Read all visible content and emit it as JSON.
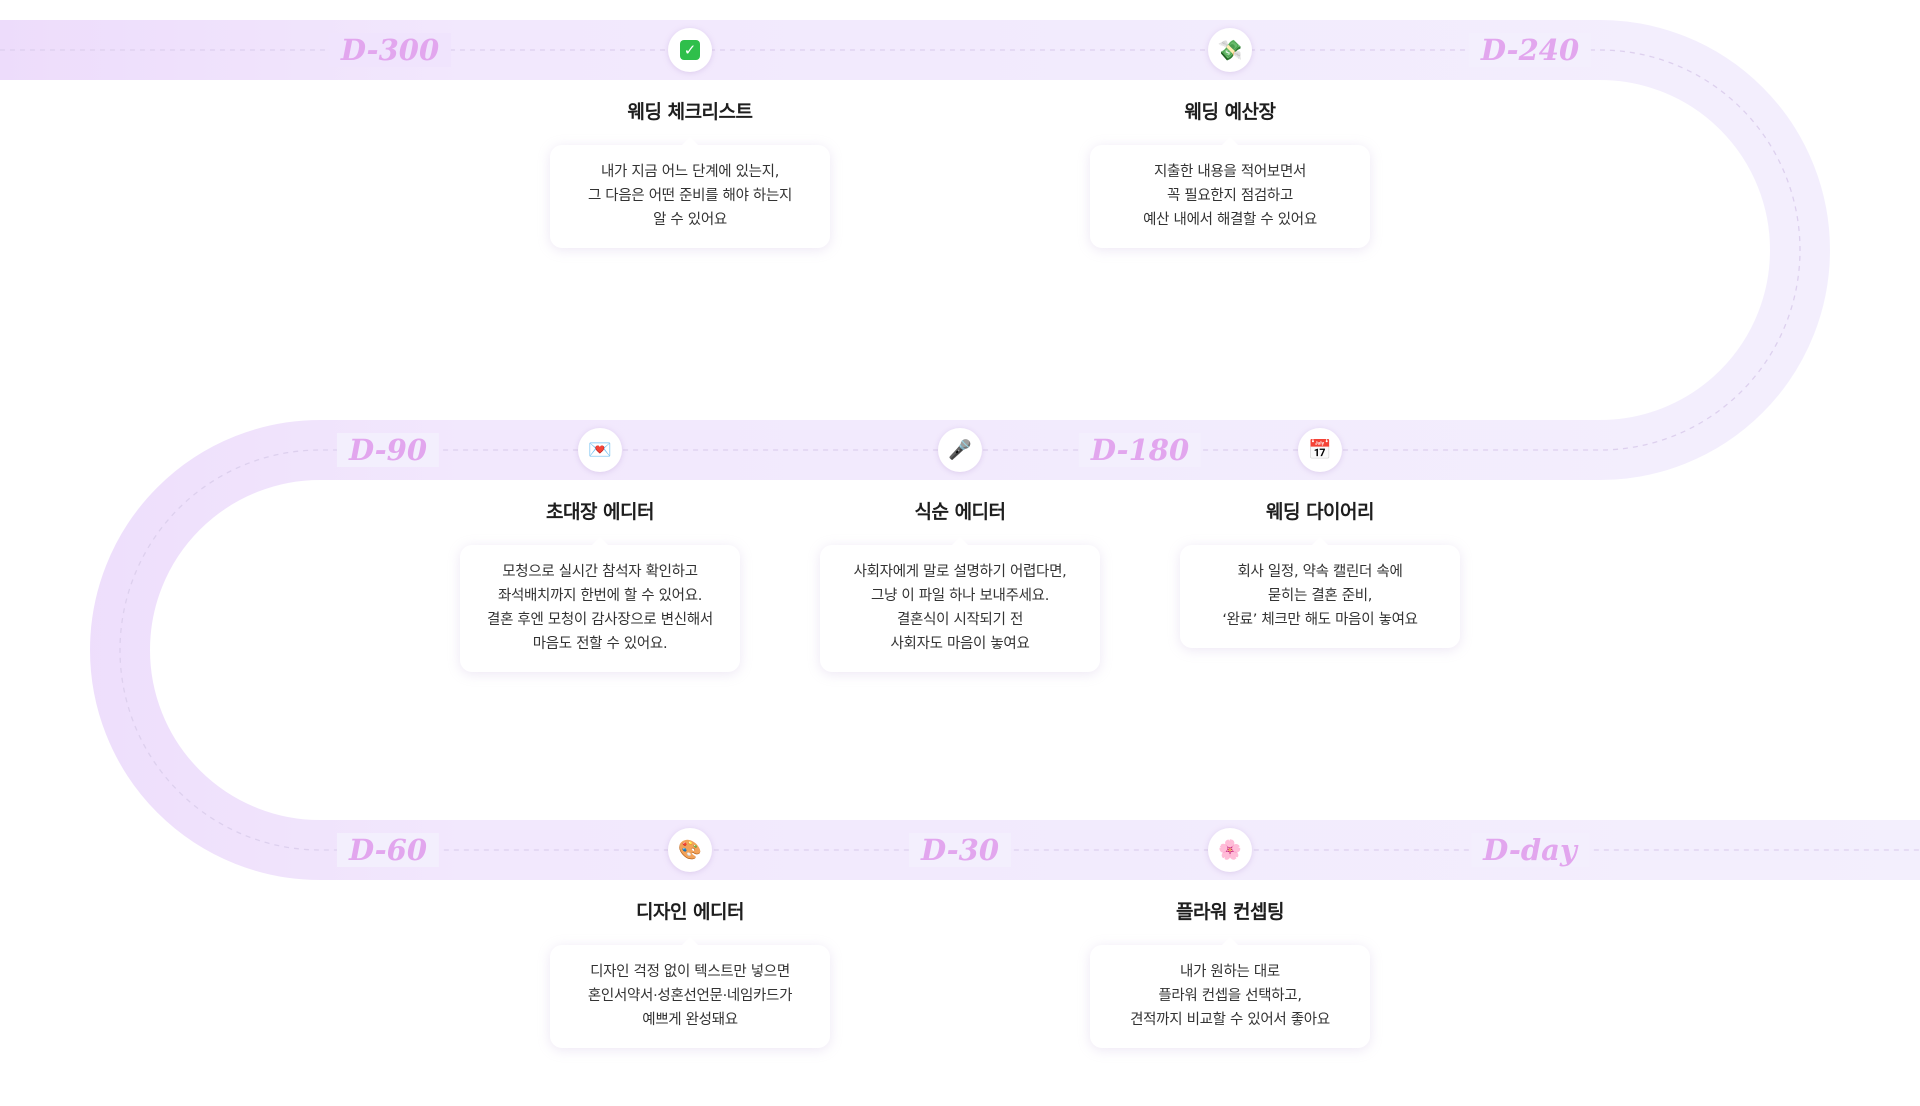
{
  "colors": {
    "road": "#f3ecfe",
    "road_left_edge": "#eddcfb",
    "dash": "#ddd0ee",
    "d_label": "#e2a6ee",
    "title": "#1e1e1e",
    "text": "#333333"
  },
  "timeline": {
    "d_labels": [
      "D-300",
      "D-240",
      "D-90",
      "D-180",
      "D-60",
      "D-30",
      "D-day"
    ],
    "steps": [
      {
        "icon": "check-mark-icon",
        "glyph": "✓",
        "title": "웨딩 체크리스트",
        "lines": [
          "내가 지금 어느 단계에 있는지,",
          "그 다음은 어떤 준비를 해야 하는지",
          "알 수 있어요"
        ]
      },
      {
        "icon": "money-wings-icon",
        "glyph": "💸",
        "title": "웨딩 예산장",
        "lines": [
          "지출한 내용을 적어보면서",
          "꼭 필요한지 점검하고",
          "예산 내에서 해결할 수 있어요"
        ]
      },
      {
        "icon": "love-letter-icon",
        "glyph": "💌",
        "title": "초대장 에디터",
        "lines": [
          "모청으로 실시간 참석자 확인하고",
          "좌석배치까지 한번에 할 수 있어요.",
          "결혼 후엔 모청이 감사장으로 변신해서",
          "마음도 전할 수 있어요."
        ]
      },
      {
        "icon": "microphone-icon",
        "glyph": "🎤",
        "title": "식순 에디터",
        "lines": [
          "사회자에게 말로 설명하기 어렵다면,",
          "그냥 이 파일 하나 보내주세요.",
          "결혼식이 시작되기 전",
          "사회자도 마음이 놓여요"
        ]
      },
      {
        "icon": "calendar-icon",
        "glyph": "📅",
        "title": "웨딩 다이어리",
        "lines": [
          "회사 일정, 약속 캘린더 속에",
          "묻히는 결혼 준비,",
          "‘완료’ 체크만 해도 마음이 놓여요"
        ]
      },
      {
        "icon": "palette-icon",
        "glyph": "🎨",
        "title": "디자인 에디터",
        "lines": [
          "디자인 걱정 없이 텍스트만 넣으면",
          "혼인서약서·성혼선언문·네임카드가",
          "예쁘게 완성돼요"
        ]
      },
      {
        "icon": "cherry-blossom-icon",
        "glyph": "🌸",
        "title": "플라워 컨셉팅",
        "lines": [
          "내가 원하는 대로",
          "플라워 컨셉을 선택하고,",
          "견적까지 비교할 수 있어서 좋아요"
        ]
      }
    ]
  }
}
